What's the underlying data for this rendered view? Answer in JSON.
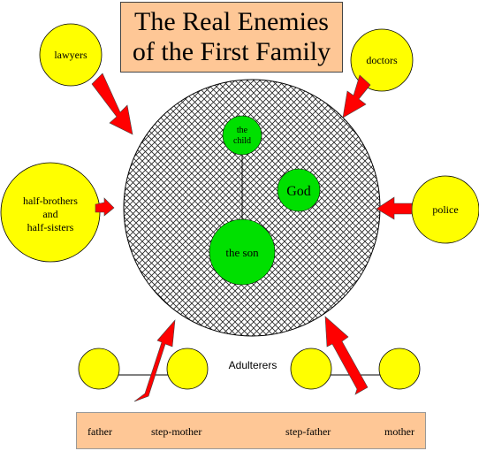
{
  "title": {
    "line1": "The Real Enemies",
    "line2": "of the First Family"
  },
  "family": {
    "child_line1": "the",
    "child_line2": "child",
    "god": "God",
    "son": "the son"
  },
  "enemies": {
    "lawyers": "lawyers",
    "doctors": "doctors",
    "half_siblings_line1": "half-brothers",
    "half_siblings_line2": "and",
    "half_siblings_line3": "half-sisters",
    "police": "police",
    "adulterers": "Adulterers"
  },
  "legend": {
    "father": "father",
    "step_mother": "step-mother",
    "step_father": "step-father",
    "mother": "mother"
  },
  "colors": {
    "title_bg": "#fec796",
    "enemy_fill": "#ffff00",
    "family_fill": "#00e000",
    "arrow_fill": "#ff0000",
    "crosshatch": "#000000"
  }
}
